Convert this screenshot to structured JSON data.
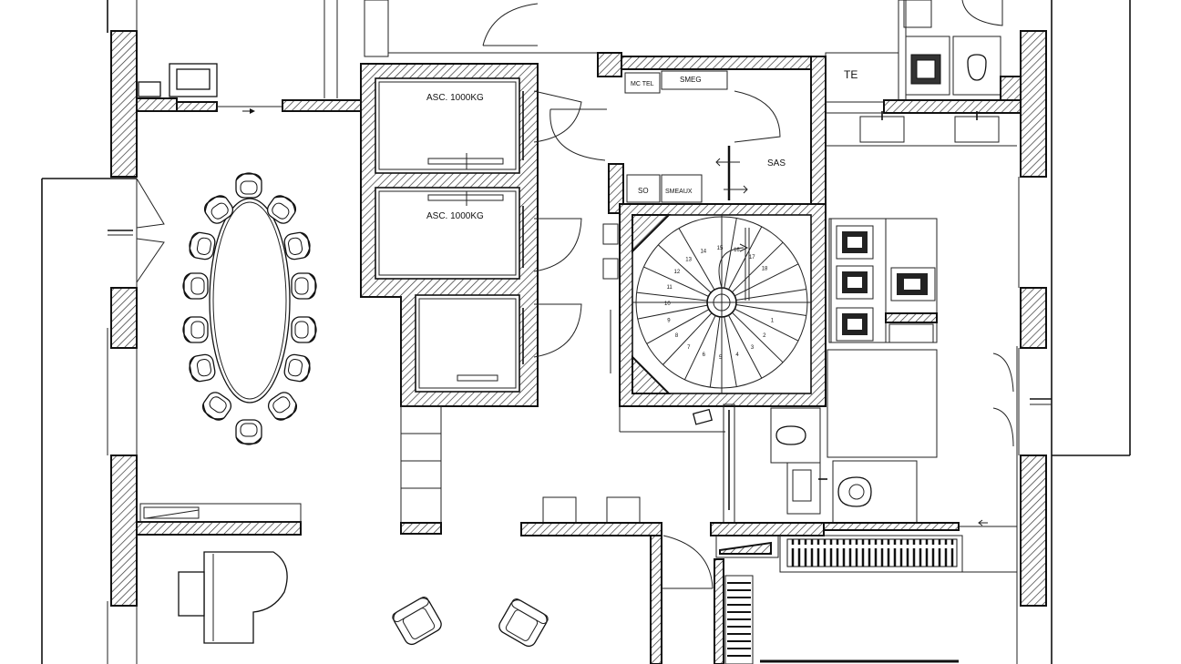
{
  "plan": {
    "rooms": {
      "elevator_1": "ASC. 1000KG",
      "elevator_2": "ASC. 1000KG",
      "sas": "SAS",
      "te": "TE",
      "mc_tel": "MC TEL",
      "smeg": "SMEG",
      "so": "SO",
      "smeaux": "SMEAUX"
    },
    "stair_steps": [
      "1",
      "2",
      "3",
      "4",
      "5",
      "6",
      "7",
      "8",
      "9",
      "10",
      "11",
      "12",
      "13",
      "14",
      "15",
      "16",
      "17",
      "18"
    ]
  }
}
